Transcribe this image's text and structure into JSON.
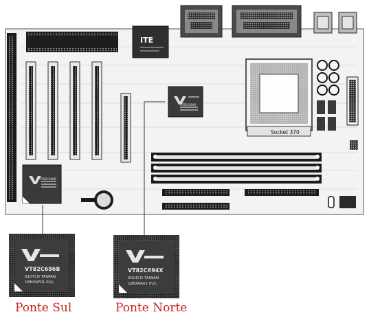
{
  "motherboard": {
    "cpu_socket_label": "Socket 370",
    "ite_chip": {
      "logo": "ITE"
    },
    "north_chip_small": {
      "logo_icon": "via-logo-icon",
      "model": "VT82C694X"
    },
    "south_chip_small": {
      "logo_icon": "via-logo-icon",
      "model": "VT82C686B"
    }
  },
  "zoom_chips": {
    "south": {
      "logo_icon": "via-logo-icon",
      "model": "VT82C686B",
      "line2": "0107CD TAIWAN",
      "line3": "1BNO6F01 0\\\\\\\\"
    },
    "north": {
      "logo_icon": "via-logo-icon",
      "model": "VT82C694X",
      "line2": "0014CD TAIWAN",
      "line3": "1JBOWA01 0\\\\\\\\"
    }
  },
  "captions": {
    "south": "Ponte Sul",
    "north": "Ponte Norte"
  },
  "colors": {
    "caption": "#c81e1e",
    "chip_body": "#3a3a3a",
    "board": "#f2f2f2",
    "slot": "#202020"
  }
}
